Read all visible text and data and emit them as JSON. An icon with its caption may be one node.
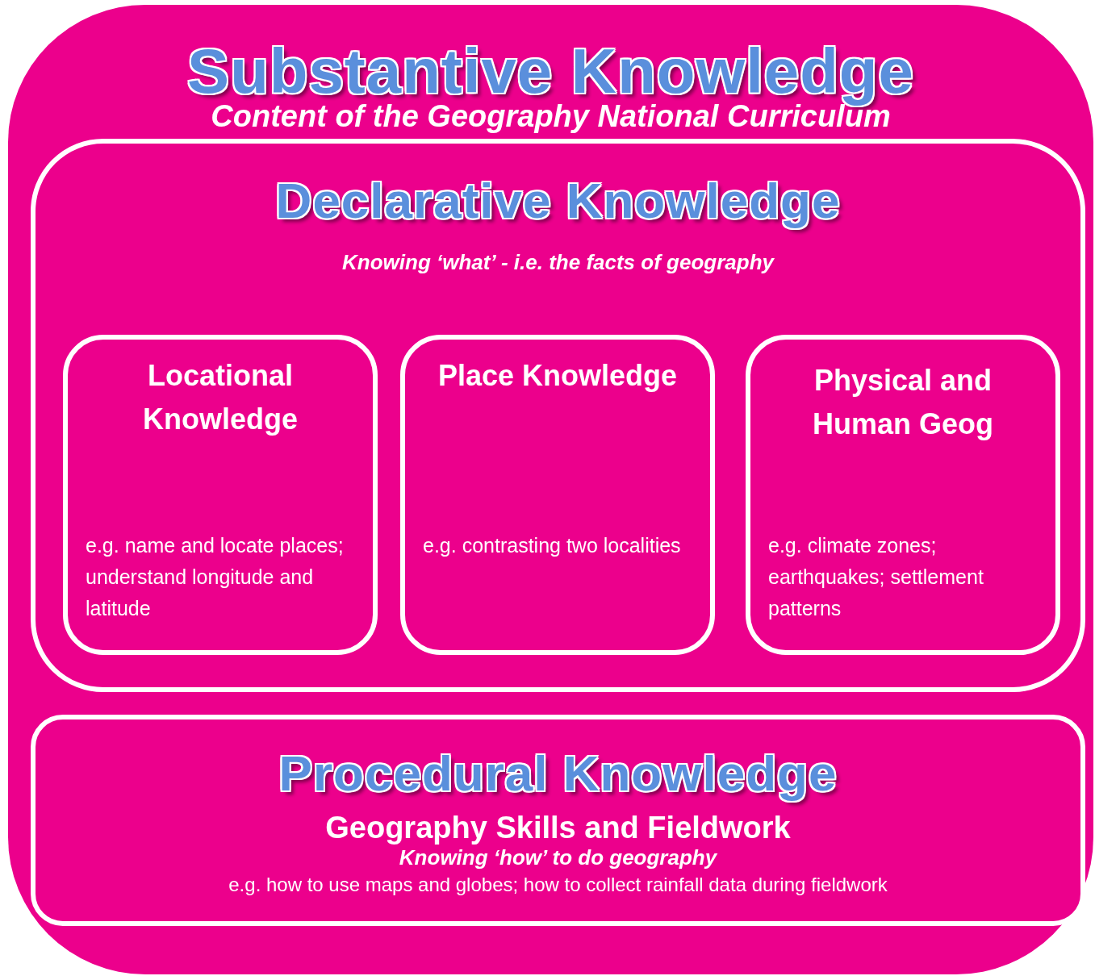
{
  "diagram": {
    "nodes": [
      {
        "text": [
          "Substantive Knowledge",
          "Content of the Geography National Curriculum"
        ]
      },
      {
        "text": [
          "Declarative Knowledge",
          "Knowing ‘what’ - i.e. the facts of geography"
        ],
        "in": 0
      },
      {
        "text": [
          "Locational Knowledge",
          "e.g. name and locate places; understand longitude and latitude"
        ],
        "in": 1
      },
      {
        "text": [
          "Place Knowledge",
          "e.g. contrasting two localities"
        ],
        "in": 1
      },
      {
        "text": [
          "Physical and Human Geog",
          "e.g. climate zones; earthquakes; settlement patterns"
        ],
        "in": 1
      },
      {
        "text": [
          "Procedural Knowledge",
          "Geography Skills and Fieldwork",
          "Knowing ‘how’ to do geography",
          "e.g. how to use maps and globes; how to collect rainfall data during fieldwork"
        ],
        "in": 0
      }
    ]
  }
}
